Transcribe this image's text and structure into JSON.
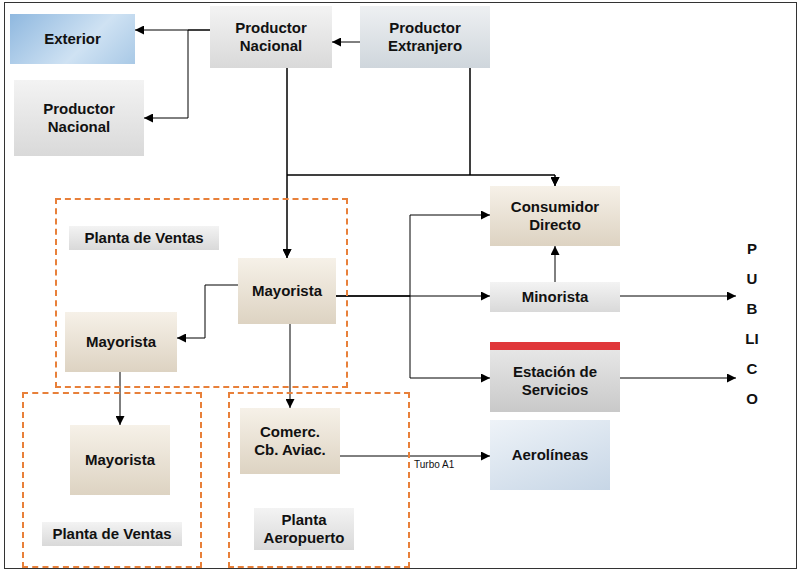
{
  "diagram": {
    "nodes": [
      {
        "text": [
          "Exterior"
        ]
      },
      {
        "text": [
          "Productor Nacional"
        ]
      },
      {
        "text": [
          "Productor Extranjero"
        ]
      },
      {
        "text": [
          "Productor Nacional"
        ]
      },
      {
        "text": [
          "Planta de Ventas"
        ]
      },
      {
        "text": [
          "Mayorista"
        ],
        "in": 4
      },
      {
        "text": [
          "Mayorista"
        ],
        "in": 4
      },
      {
        "text": [
          "Consumidor Directo"
        ]
      },
      {
        "text": [
          "Minorista"
        ]
      },
      {
        "text": [
          "PUBLICO"
        ]
      },
      {
        "text": [
          "Estación de Servicios"
        ]
      },
      {
        "text": [
          "Planta de Ventas"
        ]
      },
      {
        "text": [
          "Mayorista"
        ],
        "in": 11
      },
      {
        "text": [
          "Planta Aeropuerto"
        ]
      },
      {
        "text": [
          "Comerc. Cb. Aviac."
        ],
        "in": 13
      },
      {
        "text": [
          "Aerolíneas"
        ]
      }
    ],
    "edges": [
      {
        "from": 2,
        "to": 1,
        "arrow": "to"
      },
      {
        "from": 1,
        "to": 0,
        "arrow": "to"
      },
      {
        "from": 1,
        "to": 3,
        "arrow": "to"
      },
      {
        "from": 1,
        "to": 5,
        "arrow": "to"
      },
      {
        "from": 2,
        "to": 5,
        "arrow": "to"
      },
      {
        "from": 1,
        "to": 7,
        "arrow": "to"
      },
      {
        "from": 2,
        "to": 7,
        "arrow": "to"
      },
      {
        "from": 5,
        "to": 6,
        "arrow": "to"
      },
      {
        "from": 6,
        "to": 12,
        "arrow": "to"
      },
      {
        "from": 5,
        "to": 14,
        "arrow": "to"
      },
      {
        "from": 5,
        "to": 8,
        "arrow": "to"
      },
      {
        "from": 5,
        "to": 7,
        "arrow": "to"
      },
      {
        "from": 5,
        "to": 10,
        "arrow": "to"
      },
      {
        "from": 8,
        "to": 7,
        "arrow": "to"
      },
      {
        "from": 8,
        "to": 9,
        "arrow": "to"
      },
      {
        "from": 10,
        "to": 9,
        "arrow": "to"
      },
      {
        "from": 14,
        "to": 15,
        "label": "Turbo A1",
        "arrow": "to"
      }
    ]
  }
}
